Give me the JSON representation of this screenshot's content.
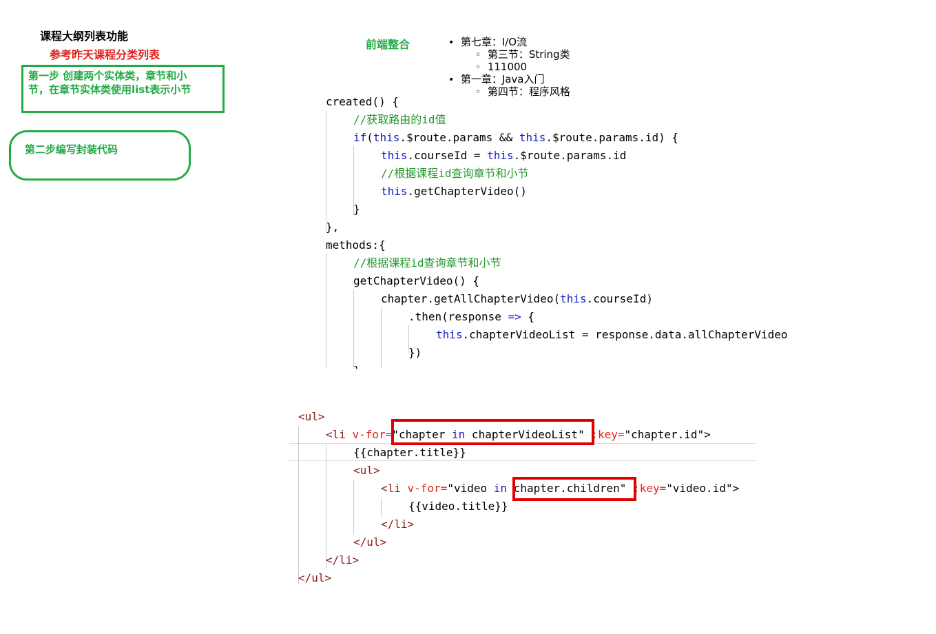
{
  "notes": {
    "title": "课程大纲列表功能",
    "reference": "参考昨天课程分类列表",
    "step1_line1": "第一步 创建两个实体类，章节和小",
    "step1_line2": "节，在章节实体类使用list表示小节",
    "step2": "第二步编写封装代码",
    "frontend": "前端整合"
  },
  "outline": [
    {
      "label": "第七章：I/O流",
      "children": [
        "第三节：String类",
        "111000"
      ]
    },
    {
      "label": "第一章：Java入门",
      "children": [
        "第四节：程序风格"
      ]
    }
  ],
  "code_js": {
    "l1": "created() {",
    "l2": "//获取路由的id值",
    "l3_kw1": "if",
    "l3_a": "(",
    "l3_kw2": "this",
    "l3_b": ".$route.params && ",
    "l3_kw3": "this",
    "l3_c": ".$route.params.id) {",
    "l4_kw1": "this",
    "l4_a": ".courseId = ",
    "l4_kw2": "this",
    "l4_b": ".$route.params.id",
    "l5": "//根据课程id查询章节和小节",
    "l6_kw": "this",
    "l6_b": ".getChapterVideo()",
    "l7": "}",
    "l8": "},",
    "l9": "methods:{",
    "l10": "//根据课程id查询章节和小节",
    "l11": "getChapterVideo() {",
    "l12_a": "chapter.getAllChapterVideo(",
    "l12_kw": "this",
    "l12_b": ".courseId)",
    "l13_a": ".then(response ",
    "l13_arrow": "=>",
    "l13_b": " {",
    "l14_kw": "this",
    "l14_b": ".chapterVideoList = response.data.allChapterVideo",
    "l15": "})",
    "l16": "}"
  },
  "code_html": {
    "ul_open": "<ul>",
    "li_open": "<li ",
    "vfor": "v-for=",
    "q": "\"",
    "chapter": "chapter ",
    "in_kw": "in",
    "list": " chapterVideoList",
    "key": ":key=",
    "key1_val": "\"chapter.id\">",
    "title": "{{chapter.title}}",
    "ul2_open": "<ul>",
    "video": "\"video ",
    "children": "chapter.children",
    "key2_val": "\"video.id\">",
    "vtitle": "{{video.title}}",
    "li_close": "</li>",
    "ul_close": "</ul>"
  },
  "colors": {
    "green": "#22aa44",
    "red": "#e0201c",
    "keyword": "#1a1ac8",
    "tag": "#8b1a1a"
  }
}
